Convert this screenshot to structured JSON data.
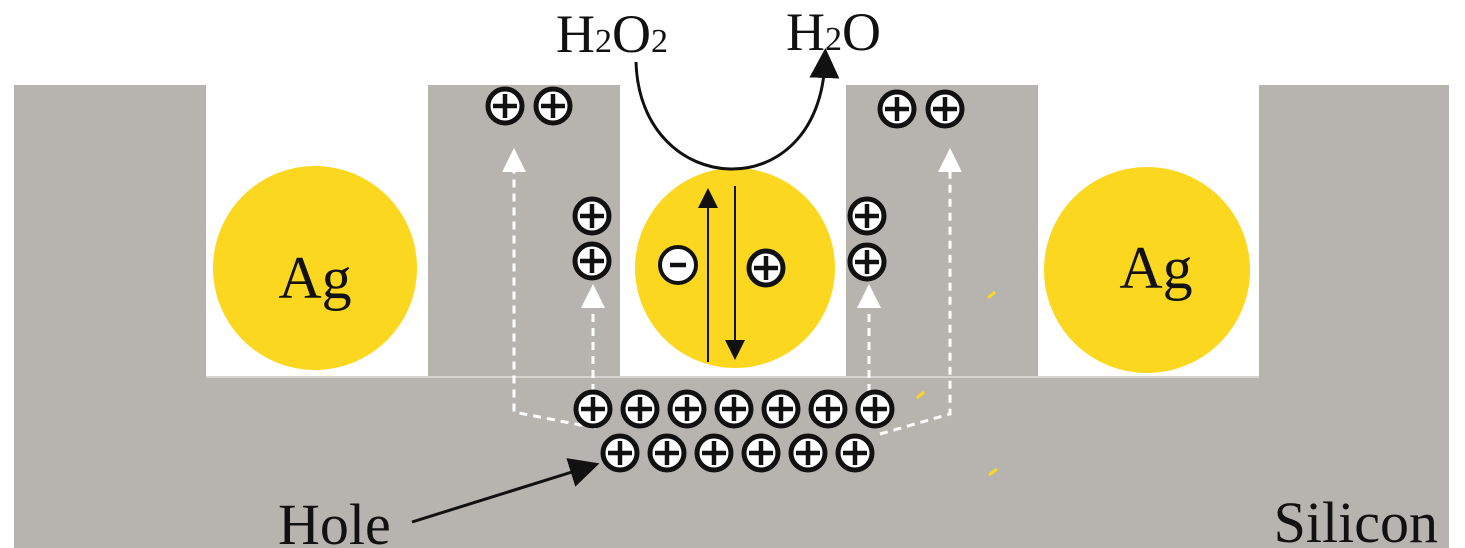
{
  "colors": {
    "silicon": "#b7b4b0",
    "silver_particle": "#fbd71f",
    "pore": "#ffffff",
    "ink": "#111111",
    "hole_fill": "#ffffff"
  },
  "labels": {
    "reactant_main": "H",
    "reactant_sub1": "2",
    "reactant_mid": "O",
    "reactant_sub2": "2",
    "product_main": "H",
    "product_sub": "2",
    "product_end": "O",
    "particle_left": "Ag",
    "particle_right": "Ag",
    "hole": "Hole",
    "substrate": "Silicon"
  },
  "icons": {
    "hole": "plus-circle-icon",
    "electron": "minus-circle-icon"
  }
}
